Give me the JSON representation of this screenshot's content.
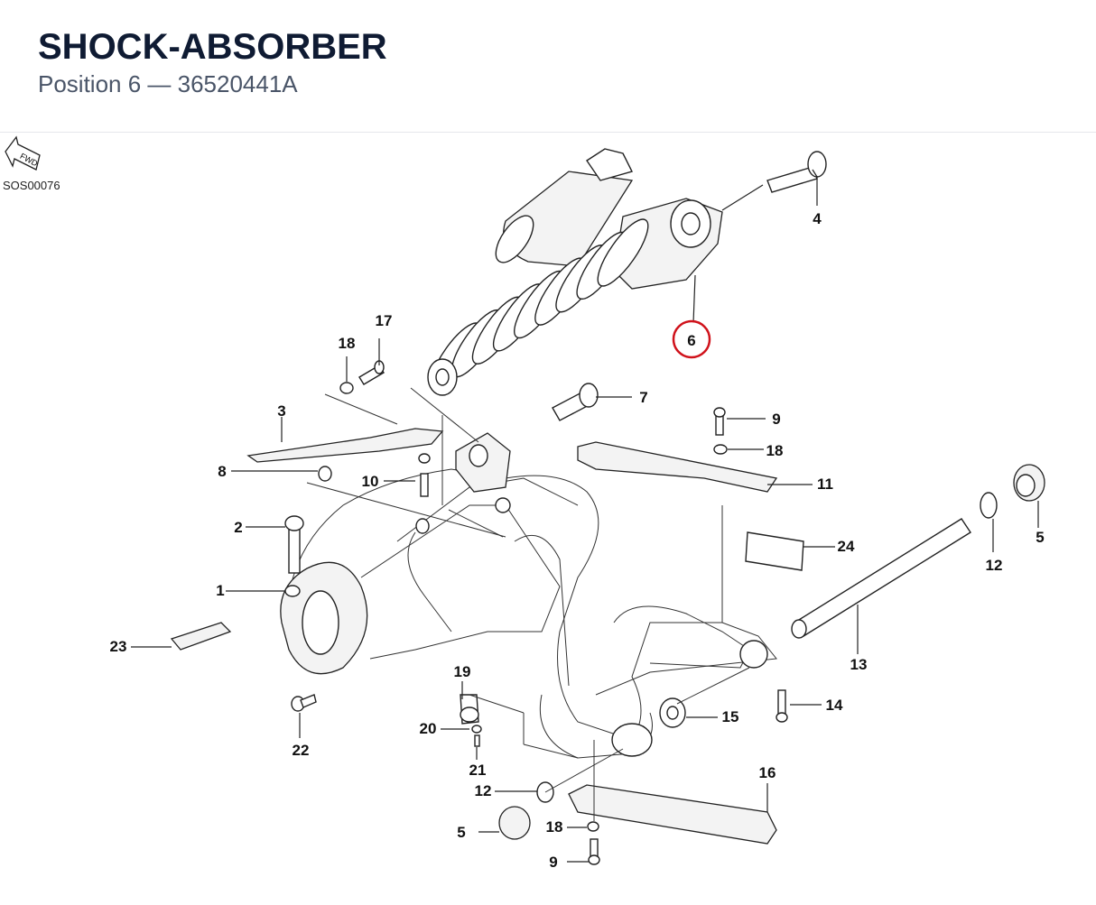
{
  "header": {
    "title": "SHOCK-ABSORBER",
    "subtitle": "Position 6 — 36520441A"
  },
  "figure": {
    "code": "SOS00076",
    "fwd_label": "FWD",
    "highlight_color": "#d0121b",
    "highlighted_callout": "6"
  },
  "callouts": {
    "c1": "1",
    "c2": "2",
    "c3": "3",
    "c4": "4",
    "c5a": "5",
    "c5b": "5",
    "c6": "6",
    "c7": "7",
    "c8": "8",
    "c9a": "9",
    "c9b": "9",
    "c10": "10",
    "c11": "11",
    "c12a": "12",
    "c12b": "12",
    "c13": "13",
    "c14": "14",
    "c15": "15",
    "c16": "16",
    "c17": "17",
    "c18a": "18",
    "c18b": "18",
    "c18c": "18",
    "c19": "19",
    "c20": "20",
    "c21": "21",
    "c22": "22",
    "c23": "23",
    "c24": "24"
  }
}
